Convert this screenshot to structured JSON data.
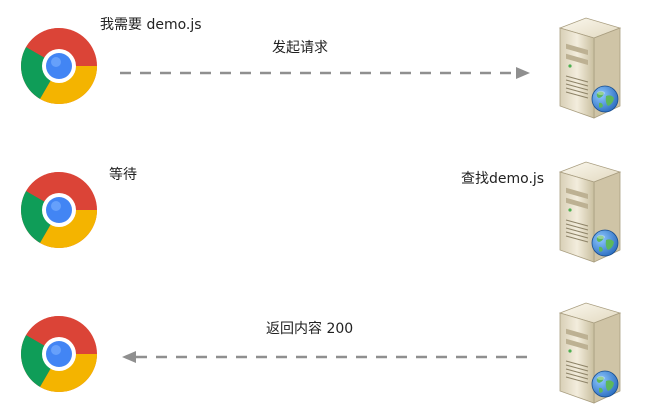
{
  "rows": [
    {
      "browser_label": "我需要 demo.js",
      "arrow_label": "发起请求",
      "arrow_direction": "right",
      "server_label": ""
    },
    {
      "browser_label": "等待",
      "arrow_label": "",
      "arrow_direction": "none",
      "server_label": "查找demo.js"
    },
    {
      "browser_label": "",
      "arrow_label": "返回内容 200",
      "arrow_direction": "left",
      "server_label": ""
    }
  ],
  "colors": {
    "chrome_red": "#DB4437",
    "chrome_green": "#0F9D58",
    "chrome_yellow": "#F4B400",
    "chrome_blue": "#4285F4",
    "arrow_gray": "#8f8f8f",
    "server_body": "#e9e1cc",
    "globe_blue": "#2a7fd4",
    "globe_green": "#5cb85c"
  },
  "icons": [
    "chrome-icon",
    "server-icon",
    "globe-icon",
    "arrow-right-icon",
    "arrow-left-icon"
  ]
}
